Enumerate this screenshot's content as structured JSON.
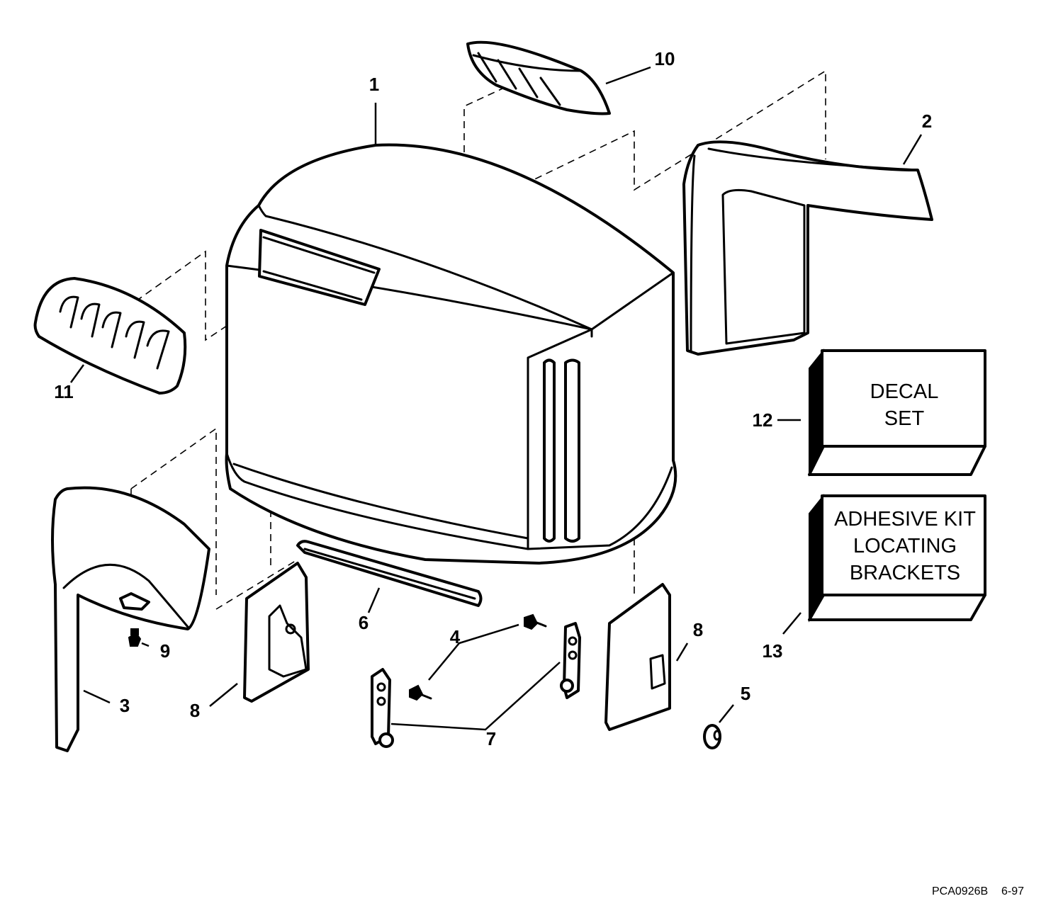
{
  "callouts": {
    "c1": "1",
    "c2": "2",
    "c3": "3",
    "c4": "4",
    "c5": "5",
    "c6": "6",
    "c7": "7",
    "c8a": "8",
    "c8b": "8",
    "c9": "9",
    "c10": "10",
    "c11": "11",
    "c12": "12",
    "c13": "13"
  },
  "boxes": {
    "decal": {
      "line1": "DECAL",
      "line2": "SET"
    },
    "adhesive": {
      "line1": "ADHESIVE KIT",
      "line2": "LOCATING",
      "line3": "BRACKETS"
    }
  },
  "footer": {
    "code": "PCA0926B",
    "date": "6-97"
  }
}
